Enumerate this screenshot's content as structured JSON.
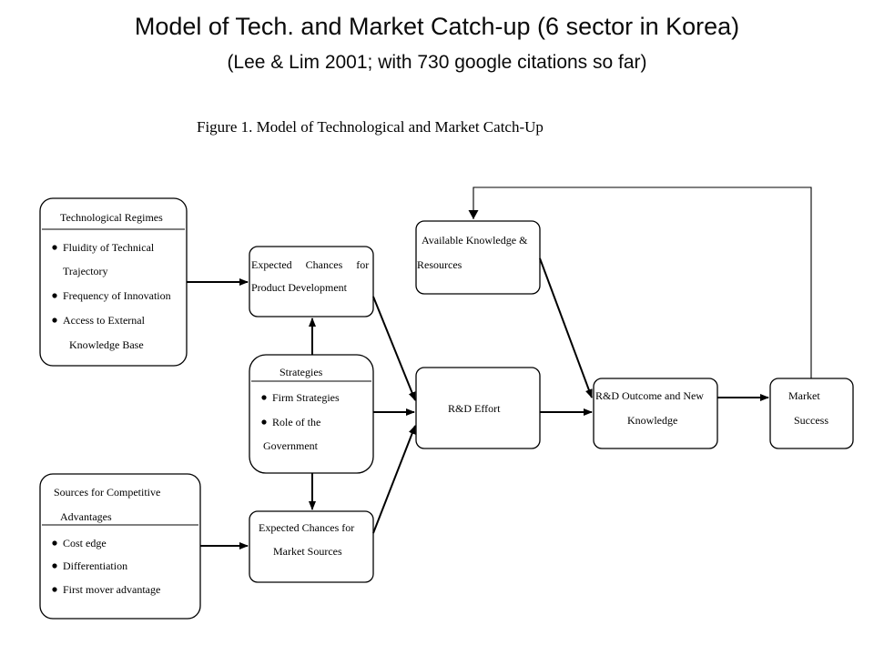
{
  "header": {
    "title": "Model of Tech. and Market Catch-up (6 sector in Korea)",
    "subtitle": "(Lee & Lim 2001; with 730 google citations so far)"
  },
  "figure": {
    "caption": "Figure 1. Model of Technological and Market Catch-Up",
    "tech_regimes": {
      "heading": "Technological Regimes",
      "items": [
        "Fluidity of Technical",
        "Trajectory",
        "Frequency of Innovation",
        "Access to External",
        "Knowledge Base"
      ]
    },
    "sources": {
      "heading_1": "Sources for Competitive",
      "heading_2": "Advantages",
      "items": [
        "Cost edge",
        "Differentiation",
        "First mover advantage"
      ]
    },
    "chances_product": {
      "line1": "Expected     Chances     for",
      "line2": "Product Development"
    },
    "strategies": {
      "heading": "Strategies",
      "items": [
        "Firm Strategies",
        "Role of the",
        "Government"
      ]
    },
    "chances_market": {
      "line1": "Expected Chances for",
      "line2": "Market Sources"
    },
    "available_knowledge": {
      "line1": "Available Knowledge &",
      "line2": "Resources"
    },
    "rd_effort": {
      "label": "R&D Effort"
    },
    "rd_outcome": {
      "line1": "R&D Outcome and New",
      "line2": "Knowledge"
    },
    "market_success": {
      "line1": "Market",
      "line2": "Success"
    }
  }
}
